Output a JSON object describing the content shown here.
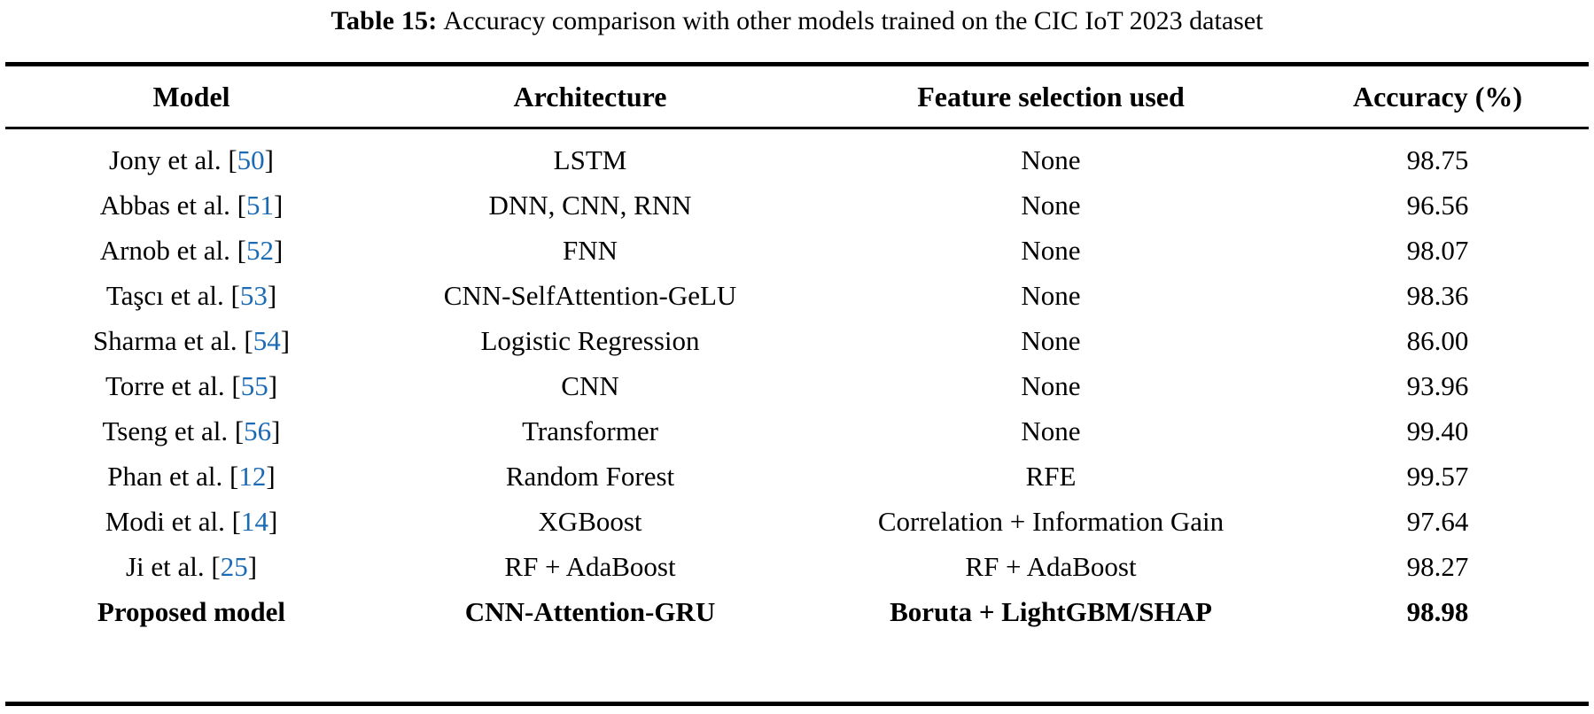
{
  "caption": {
    "label": "Table 15:",
    "text": "Accuracy comparison with other models trained on the CIC IoT 2023 dataset"
  },
  "colors": {
    "citation_blue": "#1a6ab5",
    "text": "#000000",
    "background": "#ffffff",
    "rule": "#000000"
  },
  "table": {
    "headers": [
      "Model",
      "Architecture",
      "Feature selection used",
      "Accuracy (%)"
    ],
    "rows": [
      {
        "model_name": "Jony et al.",
        "citation": "50",
        "model": "Jony et al. [50]",
        "architecture": "LSTM",
        "feature_selection": "None",
        "accuracy": "98.75",
        "bold": false
      },
      {
        "model_name": "Abbas et al.",
        "citation": "51",
        "model": "Abbas et al. [51]",
        "architecture": "DNN, CNN, RNN",
        "feature_selection": "None",
        "accuracy": "96.56",
        "bold": false
      },
      {
        "model_name": "Arnob et al.",
        "citation": "52",
        "model": "Arnob et al. [52]",
        "architecture": "FNN",
        "feature_selection": "None",
        "accuracy": "98.07",
        "bold": false
      },
      {
        "model_name": "Taşcı et al.",
        "citation": "53",
        "model": "Taşcı et al. [53]",
        "architecture": "CNN-SelfAttention-GeLU",
        "feature_selection": "None",
        "accuracy": "98.36",
        "bold": false
      },
      {
        "model_name": "Sharma et al.",
        "citation": "54",
        "model": "Sharma et al. [54]",
        "architecture": "Logistic Regression",
        "feature_selection": "None",
        "accuracy": "86.00",
        "bold": false
      },
      {
        "model_name": "Torre et al.",
        "citation": "55",
        "model": "Torre et al. [55]",
        "architecture": "CNN",
        "feature_selection": "None",
        "accuracy": "93.96",
        "bold": false
      },
      {
        "model_name": "Tseng et al.",
        "citation": "56",
        "model": "Tseng et al. [56]",
        "architecture": "Transformer",
        "feature_selection": "None",
        "accuracy": "99.40",
        "bold": false
      },
      {
        "model_name": "Phan et al.",
        "citation": "12",
        "model": "Phan et al. [12]",
        "architecture": "Random Forest",
        "feature_selection": "RFE",
        "accuracy": "99.57",
        "bold": false
      },
      {
        "model_name": "Modi et al.",
        "citation": "14",
        "model": "Modi et al. [14]",
        "architecture": "XGBoost",
        "feature_selection": "Correlation + Information Gain",
        "accuracy": "97.64",
        "bold": false
      },
      {
        "model_name": "Ji et al.",
        "citation": "25",
        "model": "Ji et al. [25]",
        "architecture": "RF + AdaBoost",
        "feature_selection": "RF + AdaBoost",
        "accuracy": "98.27",
        "bold": false
      },
      {
        "model_name": "Proposed model",
        "citation": "",
        "model": "Proposed model",
        "architecture": "CNN-Attention-GRU",
        "feature_selection": "Boruta + LightGBM/SHAP",
        "accuracy": "98.98",
        "bold": true
      }
    ]
  }
}
